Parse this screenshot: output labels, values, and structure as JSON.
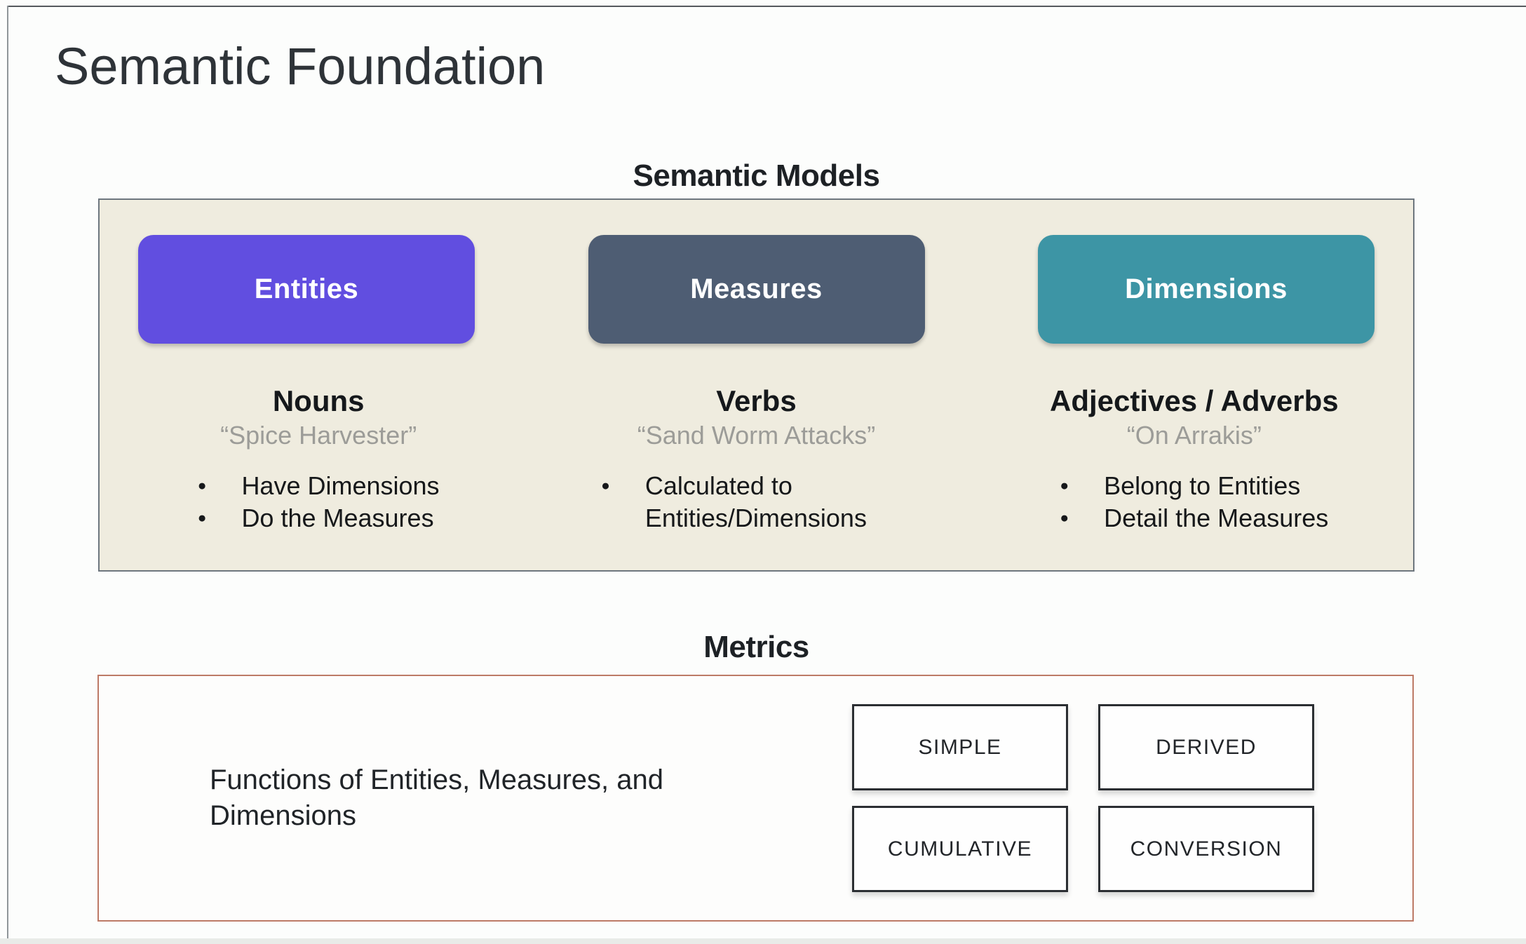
{
  "title": "Semantic Foundation",
  "models": {
    "heading": "Semantic Models",
    "panel_bg": "#efecdf",
    "panel_border": "#6d767e",
    "columns": [
      {
        "pill_label": "Entities",
        "pill_color": "#614ee0",
        "subtitle": "Nouns",
        "quote": "“Spice Harvester”",
        "bullets": [
          "Have Dimensions",
          "Do the Measures"
        ]
      },
      {
        "pill_label": "Measures",
        "pill_color": "#4e5d73",
        "subtitle": "Verbs",
        "quote": "“Sand Worm Attacks”",
        "bullets": [
          "Calculated to Entities/Dimensions"
        ]
      },
      {
        "pill_label": "Dimensions",
        "pill_color": "#3d95a5",
        "subtitle": "Adjectives / Adverbs",
        "quote": "“On Arrakis”",
        "bullets": [
          "Belong to Entities",
          "Detail the Measures"
        ]
      }
    ]
  },
  "metrics": {
    "heading": "Metrics",
    "box_border": "#bd7a66",
    "description": "Functions of Entities, Measures, and Dimensions",
    "types": [
      "SIMPLE",
      "DERIVED",
      "CUMULATIVE",
      "CONVERSION"
    ]
  }
}
